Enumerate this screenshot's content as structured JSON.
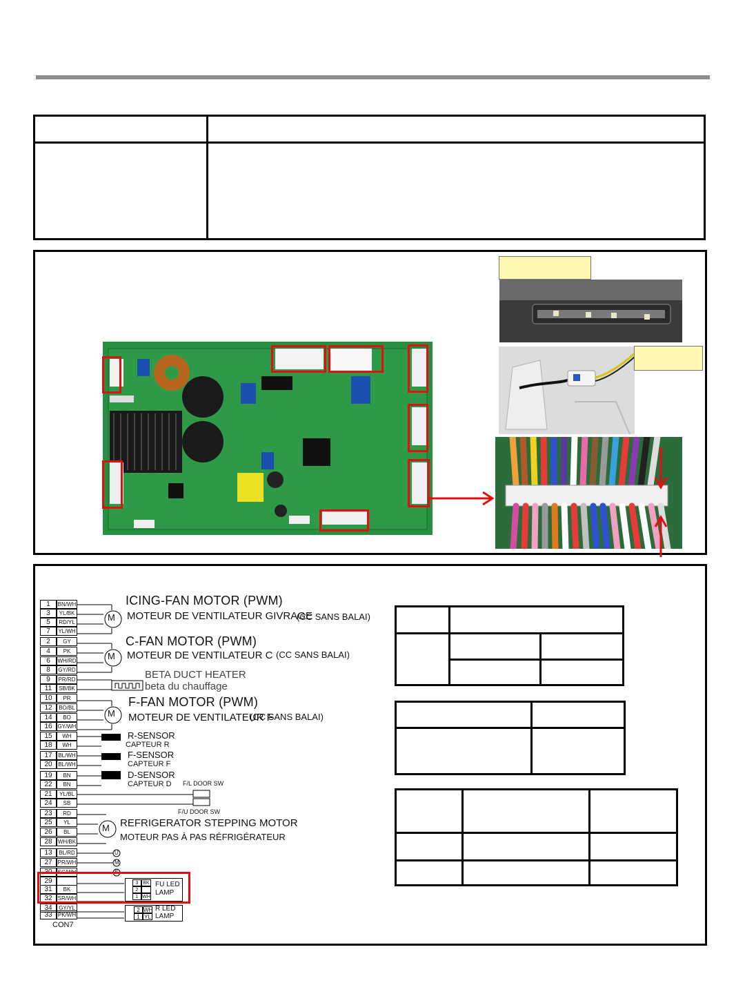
{
  "wiring": {
    "pins": [
      {
        "num": "1",
        "color": "BN/WH"
      },
      {
        "num": "3",
        "color": "YL/BK"
      },
      {
        "num": "5",
        "color": "RD/YL"
      },
      {
        "num": "7",
        "color": "YL/WH"
      },
      {
        "num": "2",
        "color": "GY"
      },
      {
        "num": "4",
        "color": "PK"
      },
      {
        "num": "6",
        "color": "WH/RD"
      },
      {
        "num": "8",
        "color": "GY/RD"
      },
      {
        "num": "9",
        "color": "PR/RD"
      },
      {
        "num": "11",
        "color": "SB/BK"
      },
      {
        "num": "10",
        "color": "PR"
      },
      {
        "num": "12",
        "color": "BO/BL"
      },
      {
        "num": "14",
        "color": "BO"
      },
      {
        "num": "16",
        "color": "GY/WH"
      },
      {
        "num": "15",
        "color": "WH"
      },
      {
        "num": "18",
        "color": "WH"
      },
      {
        "num": "17",
        "color": "BL/WH"
      },
      {
        "num": "20",
        "color": "BL/WH"
      },
      {
        "num": "19",
        "color": "BN"
      },
      {
        "num": "22",
        "color": "BN"
      },
      {
        "num": "21",
        "color": "YL/BL"
      },
      {
        "num": "24",
        "color": "SB"
      },
      {
        "num": "23",
        "color": "RD"
      },
      {
        "num": "25",
        "color": "YL"
      },
      {
        "num": "26",
        "color": "BL"
      },
      {
        "num": "28",
        "color": "WH/BK"
      },
      {
        "num": "13",
        "color": "BL/RD"
      },
      {
        "num": "27",
        "color": "PR/WH"
      },
      {
        "num": "30",
        "color": "SC/WH"
      },
      {
        "num": "29",
        "color": ""
      },
      {
        "num": "31",
        "color": "BK"
      },
      {
        "num": "32",
        "color": "SR/WH"
      },
      {
        "num": "34",
        "color": "GY/YL"
      },
      {
        "num": "33",
        "color": "PK/WH"
      }
    ],
    "icing_fan": {
      "title": "ICING-FAN MOTOR (PWM)",
      "subtitle": "MOTEUR DE  VENTILATEUR GIVRAGE",
      "note": "(CC SANS BALAI)"
    },
    "c_fan": {
      "title": "C-FAN  MOTOR  (PWM)",
      "subtitle": "MOTEUR  DE VENTILATEUR C",
      "note": "(CC SANS BALAI)"
    },
    "beta_heater": {
      "title": "BETA DUCT HEATER",
      "subtitle": "beta du chauffage"
    },
    "f_fan": {
      "title": "F-FAN MOTOR (PWM)",
      "subtitle": "MOTEUR  DE VENTILATEUR F",
      "note": "(CC SANS BALAI)"
    },
    "r_sensor": {
      "title": "R-SENSOR",
      "subtitle": "CAPTEUR R"
    },
    "f_sensor": {
      "title": "F-SENSOR",
      "subtitle": "CAPTEUR F"
    },
    "d_sensor": {
      "title": "D-SENSOR",
      "subtitle": "CAPTEUR D"
    },
    "fl_door": "F/L DOOR SW",
    "fu_door": "F/U DOOR SW",
    "stepping": {
      "title": "REFRIGERATOR STEPPING MOTOR",
      "subtitle": "MOTEUR  PAS À PAS RÉFRIGÉRATEUR"
    },
    "motor_letter": "M",
    "circle_u": "U",
    "circle_m": "M",
    "circle_s": "S",
    "fu_led": {
      "label1": "FU LED",
      "label2": "LAMP",
      "rows": [
        {
          "n": "3",
          "c": "BK"
        },
        {
          "n": "2",
          "c": ""
        },
        {
          "n": "1",
          "c": "WH"
        }
      ]
    },
    "r_led": {
      "label1": "R LED",
      "label2": "LAMP",
      "rows": [
        {
          "n": "2",
          "c": "WH"
        },
        {
          "n": "1",
          "c": "YL"
        }
      ]
    },
    "connector": "CON7"
  },
  "colors": {
    "highlight": "#e01010",
    "label_bg": "#fff8b0",
    "pcb": "#1f8a3a"
  },
  "icons": [
    "motor-symbol",
    "heater-symbol",
    "sensor-symbol",
    "arrow-right",
    "arrow-down",
    "arrow-up"
  ]
}
